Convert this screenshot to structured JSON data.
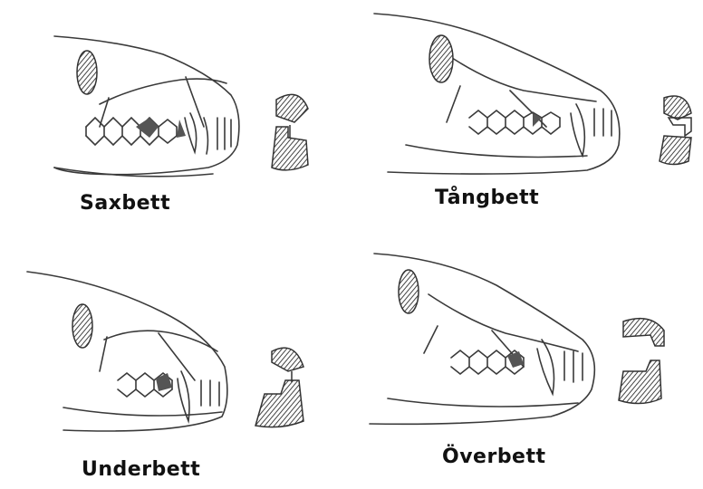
{
  "labels": {
    "scissor": "Saxbett",
    "level": "Tångbett",
    "underbite": "Underbett",
    "overbite": "Överbett"
  },
  "colors": {
    "line": "#3a3a3a",
    "hatch": "#555555"
  },
  "icons": [
    "skull-sketch",
    "bite-profile-sketch"
  ]
}
